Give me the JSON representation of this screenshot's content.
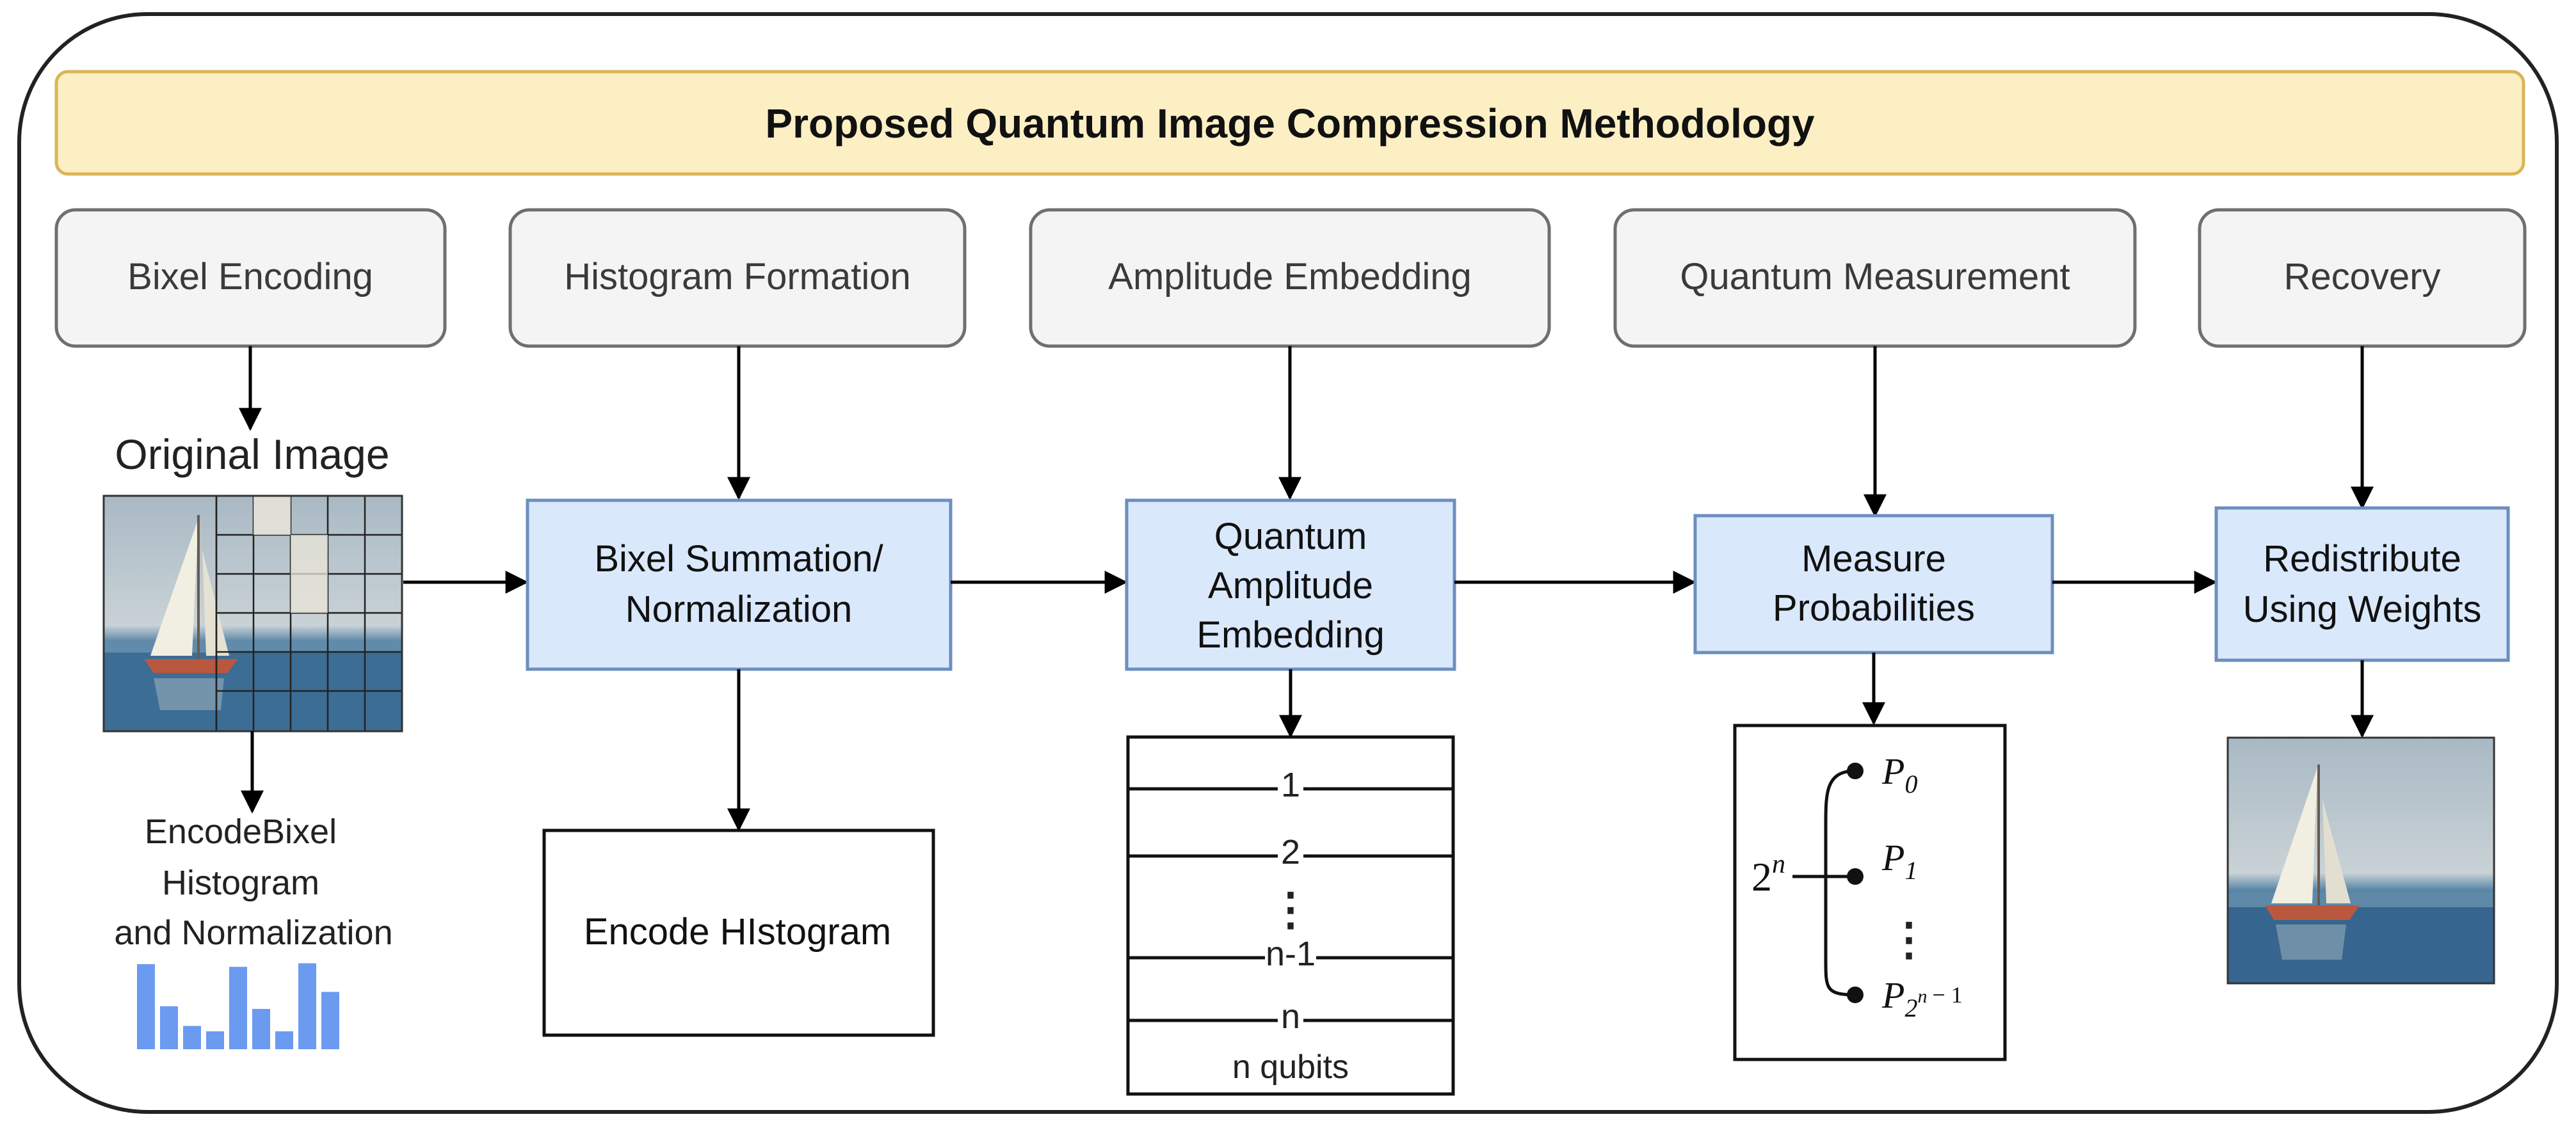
{
  "title": "Proposed Quantum Image Compression Methodology",
  "stages": [
    "Bixel Encoding",
    "Histogram Formation",
    "Amplitude Embedding",
    "Quantum Measurement",
    "Recovery"
  ],
  "original_image_label": "Original Image",
  "encode_caption": [
    "EncodeBixel",
    "Histogram",
    "and Normalization"
  ],
  "process": {
    "summation": [
      "Bixel Summation/",
      "Normalization"
    ],
    "embedding": [
      "Quantum",
      "Amplitude",
      "Embedding"
    ],
    "measure": [
      "Measure",
      "Probabilities"
    ],
    "redistribute": [
      "Redistribute",
      "Using Weights"
    ]
  },
  "encode_histogram": "Encode HIstogram",
  "qubits": {
    "lines": [
      "1",
      "2",
      "n-1",
      "n"
    ],
    "dots": "⋮",
    "caption": "n qubits"
  },
  "probabilities": {
    "label_base": "2",
    "label_exp": "n",
    "p0": {
      "base": "P",
      "sub": "0"
    },
    "p1": {
      "base": "P",
      "sub": "1"
    },
    "dots": "⋮",
    "plast": {
      "base": "P",
      "sub": "2",
      "sub_exp": "n",
      "suffix": "− 1"
    }
  },
  "histogram_values": [
    0.95,
    0.48,
    0.26,
    0.2,
    0.92,
    0.45,
    0.2,
    0.96,
    0.64
  ],
  "colors": {
    "title_fill": "#fcefc4",
    "title_stroke": "#d8b655",
    "stage_fill": "#f4f4f4",
    "stage_stroke": "#6f6f6f",
    "process_fill": "#dae8fc",
    "process_stroke": "#6c8ebf",
    "hist_bar": "#6b9bf0"
  }
}
